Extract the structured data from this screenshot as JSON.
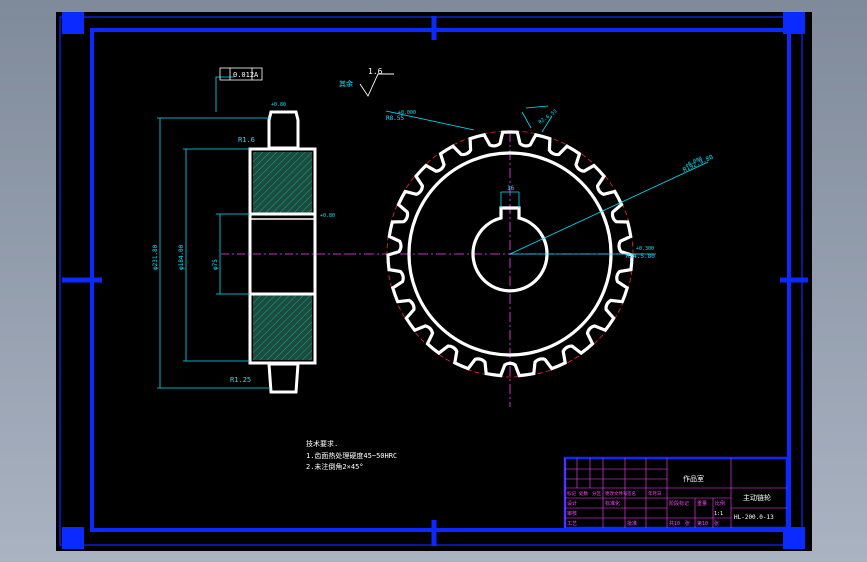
{
  "drawing": {
    "gear_teeth": 23,
    "colors": {
      "frame": "#0a2aff",
      "outline": "#ffffff",
      "dimension": "#00e5ff",
      "centerline": "#ff40ff",
      "tip_circle": "#ff2020",
      "hatch": "#00c8a0",
      "background": "#000000"
    },
    "left_view": {
      "tolerance_tag": "0.012",
      "datum_letter": "A",
      "roughness_top": "R1.6",
      "roughness_bottom": "R1.25",
      "dim_outer": "φ231.80",
      "dim_root": "φ184.00",
      "dim_bore": "φ75",
      "tooth_width_tol": "+0.80"
    },
    "roughness_note": {
      "label": "其余",
      "value": "1.6"
    },
    "front_view": {
      "pitch_label": "R8.55",
      "dim_pitch_circle": "R192.9.80",
      "dim_root_note": "R2.6.53",
      "dim_keyway": "16",
      "dim_bore_radius": "R34.5.80",
      "dim_bore_tol": "+0.300",
      "dim_tip_tol": "+0.000"
    },
    "tech_req": {
      "title": "技术要求.",
      "item1": "1.齿面热处理硬度45~50HRC",
      "item2": "2.未注倒角2×45°"
    },
    "title_block": {
      "part_name": "主动链轮",
      "org": "作品室",
      "drawing_no": "HL-200.0-13",
      "scale": "1:1",
      "row_labels": [
        "标记",
        "处数",
        "分区",
        "更改文件号",
        "签名",
        "年月日"
      ],
      "design_label": "设计",
      "check_label": "审核",
      "process_label": "工艺",
      "standard_label": "标准化",
      "approve_label": "批准",
      "stage_label": "阶段标记",
      "weight_label": "重量",
      "scale_label": "比例",
      "sheet_total": "共10",
      "sheet_label": "张",
      "sheet_no": "第10",
      "sheet_label2": "张"
    }
  }
}
